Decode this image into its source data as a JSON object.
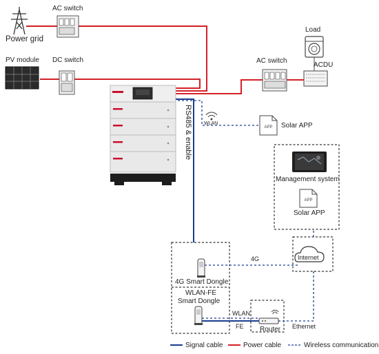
{
  "labels": {
    "power_grid": "Power grid",
    "ac_switch_top": "AC switch",
    "pv_module": "PV module",
    "dc_switch": "DC switch",
    "load": "Load",
    "ac_switch_right": "AC switch",
    "acdu": "ACDU",
    "rs485": "RS485 & enable",
    "wlan_top": "WLAN",
    "solar_app_top": "Solar APP",
    "management_system": "Management system",
    "solar_app_box": "Solar APP",
    "internet": "Internet",
    "four_g": "4G",
    "dongle_4g": "4G Smart Dongle",
    "dongle_wlan_fe_1": "WLAN-FE",
    "dongle_wlan_fe_2": "Smart Dongle",
    "wlan_bottom": "WLAN",
    "fe": "FE",
    "router": "Router",
    "ethernet": "Ethernet",
    "app_icon_text": "APP"
  },
  "legend": {
    "signal": "Signal cable",
    "power": "Power cable",
    "wireless": "Wireless communication"
  },
  "colors": {
    "power_cable": "#d42027",
    "signal_cable": "#1a3c8f",
    "wireless": "#1a3c8f",
    "device_gray": "#e9e9e9",
    "brand_red": "#c8102e"
  }
}
